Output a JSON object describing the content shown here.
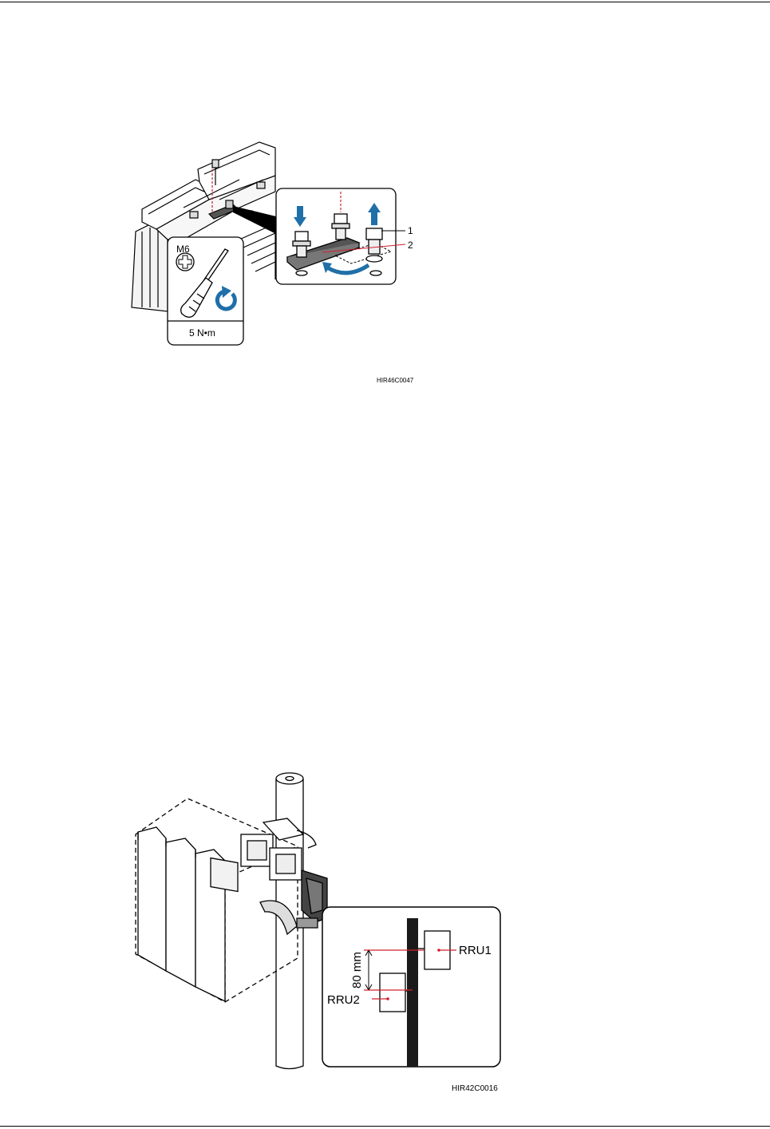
{
  "figure1": {
    "tool_size": "M6",
    "torque": "5 N•m",
    "callout_1": "1",
    "callout_2": "2",
    "code": "HIR46C0047",
    "colors": {
      "arrow_blue": "#1f6fa8",
      "guide_red": "#d0202a"
    }
  },
  "figure2": {
    "label_rru1": "RRU1",
    "label_rru2": "RRU2",
    "spacing": "80 mm",
    "code": "HIR42C0016",
    "colors": {
      "pole_dark": "#1a1a1a",
      "guide_red": "#d0202a"
    }
  }
}
